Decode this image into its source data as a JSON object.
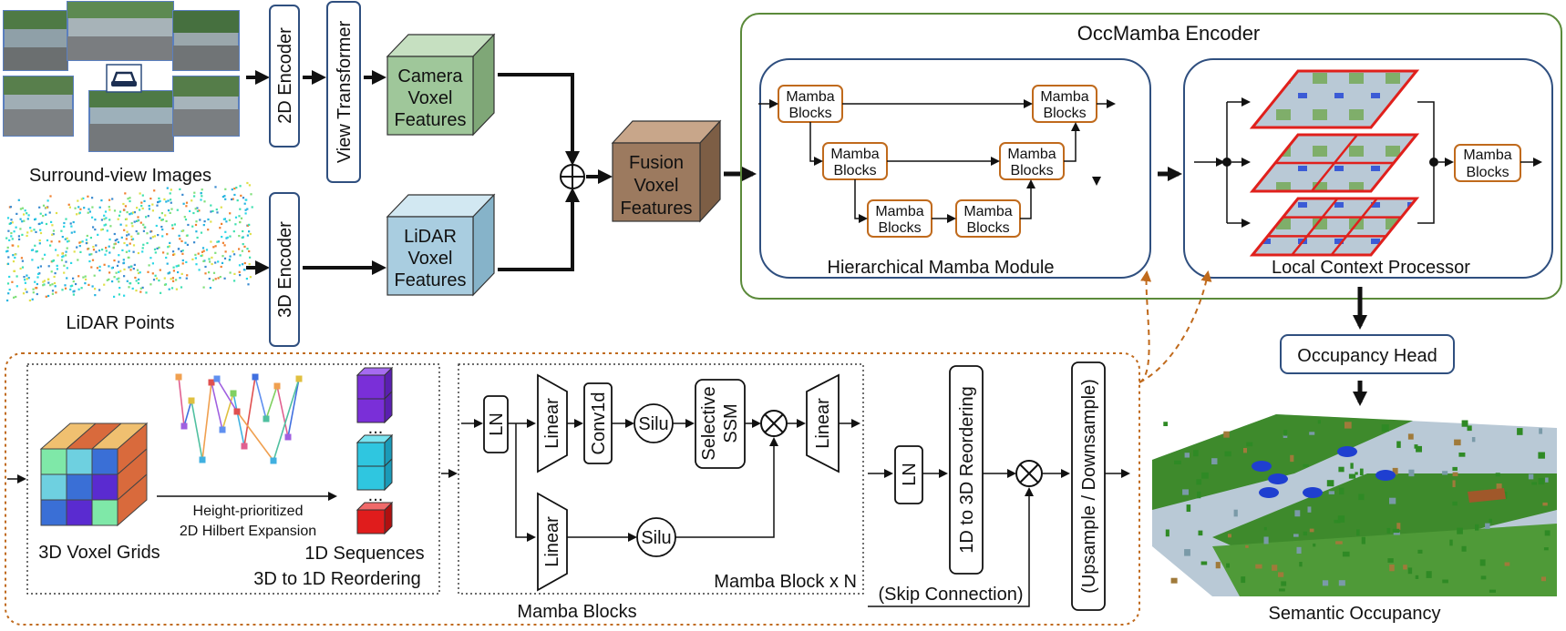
{
  "colors": {
    "green_frame": "#5b8a3a",
    "orange": "#c06a1c",
    "navy": "#2f4f7f",
    "camera_face": "#9fc79a",
    "lidar_face": "#a9cde0",
    "fusion_face": "#9c7a5f",
    "cube_colors": [
      "#7fe8a8",
      "#6ed0e0",
      "#3a6fd6",
      "#5a2bd0",
      "#d96a3c",
      "#f0c070"
    ]
  },
  "inputs": {
    "images_label": "Surround-view Images",
    "lidar_label": "LiDAR Points"
  },
  "encoders": {
    "enc2d": "2D Encoder",
    "enc3d": "3D Encoder",
    "view_transformer": "View Transformer"
  },
  "features": {
    "camera": [
      "Camera",
      "Voxel",
      "Features"
    ],
    "lidar": [
      "LiDAR",
      "Voxel",
      "Features"
    ],
    "fusion": [
      "Fusion",
      "Voxel",
      "Features"
    ]
  },
  "fusion_symbol": "⊕",
  "occmamba": {
    "title": "OccMamba Encoder",
    "hmm_title": "Hierarchical Mamba Module",
    "lcp_title": "Local Context Processor",
    "mamba_block_line1": "Mamba",
    "mamba_block_line2": "Blocks"
  },
  "head": {
    "occupancy_head": "Occupancy Head",
    "semantic": "Semantic Occupancy"
  },
  "bottom": {
    "voxel_grids": "3D Voxel Grids",
    "hilbert_line1": "Height-prioritized",
    "hilbert_line2": "2D Hilbert Expansion",
    "sequences": "1D Sequences",
    "reordering": "3D to 1D Reordering",
    "ellipsis": "...",
    "ln": "LN",
    "linear": "Linear",
    "conv1d": "Conv1d",
    "silu": "Silu",
    "selective_line1": "Selective",
    "selective_line2": "SSM",
    "multiply": "⊗",
    "block_x_n": "Mamba Block x N",
    "mamba_blocks": "Mamba Blocks",
    "reorder_3d": "1D to 3D Reordering",
    "updown": "(Upsample / Downsample)",
    "skip": "(Skip Connection)"
  }
}
